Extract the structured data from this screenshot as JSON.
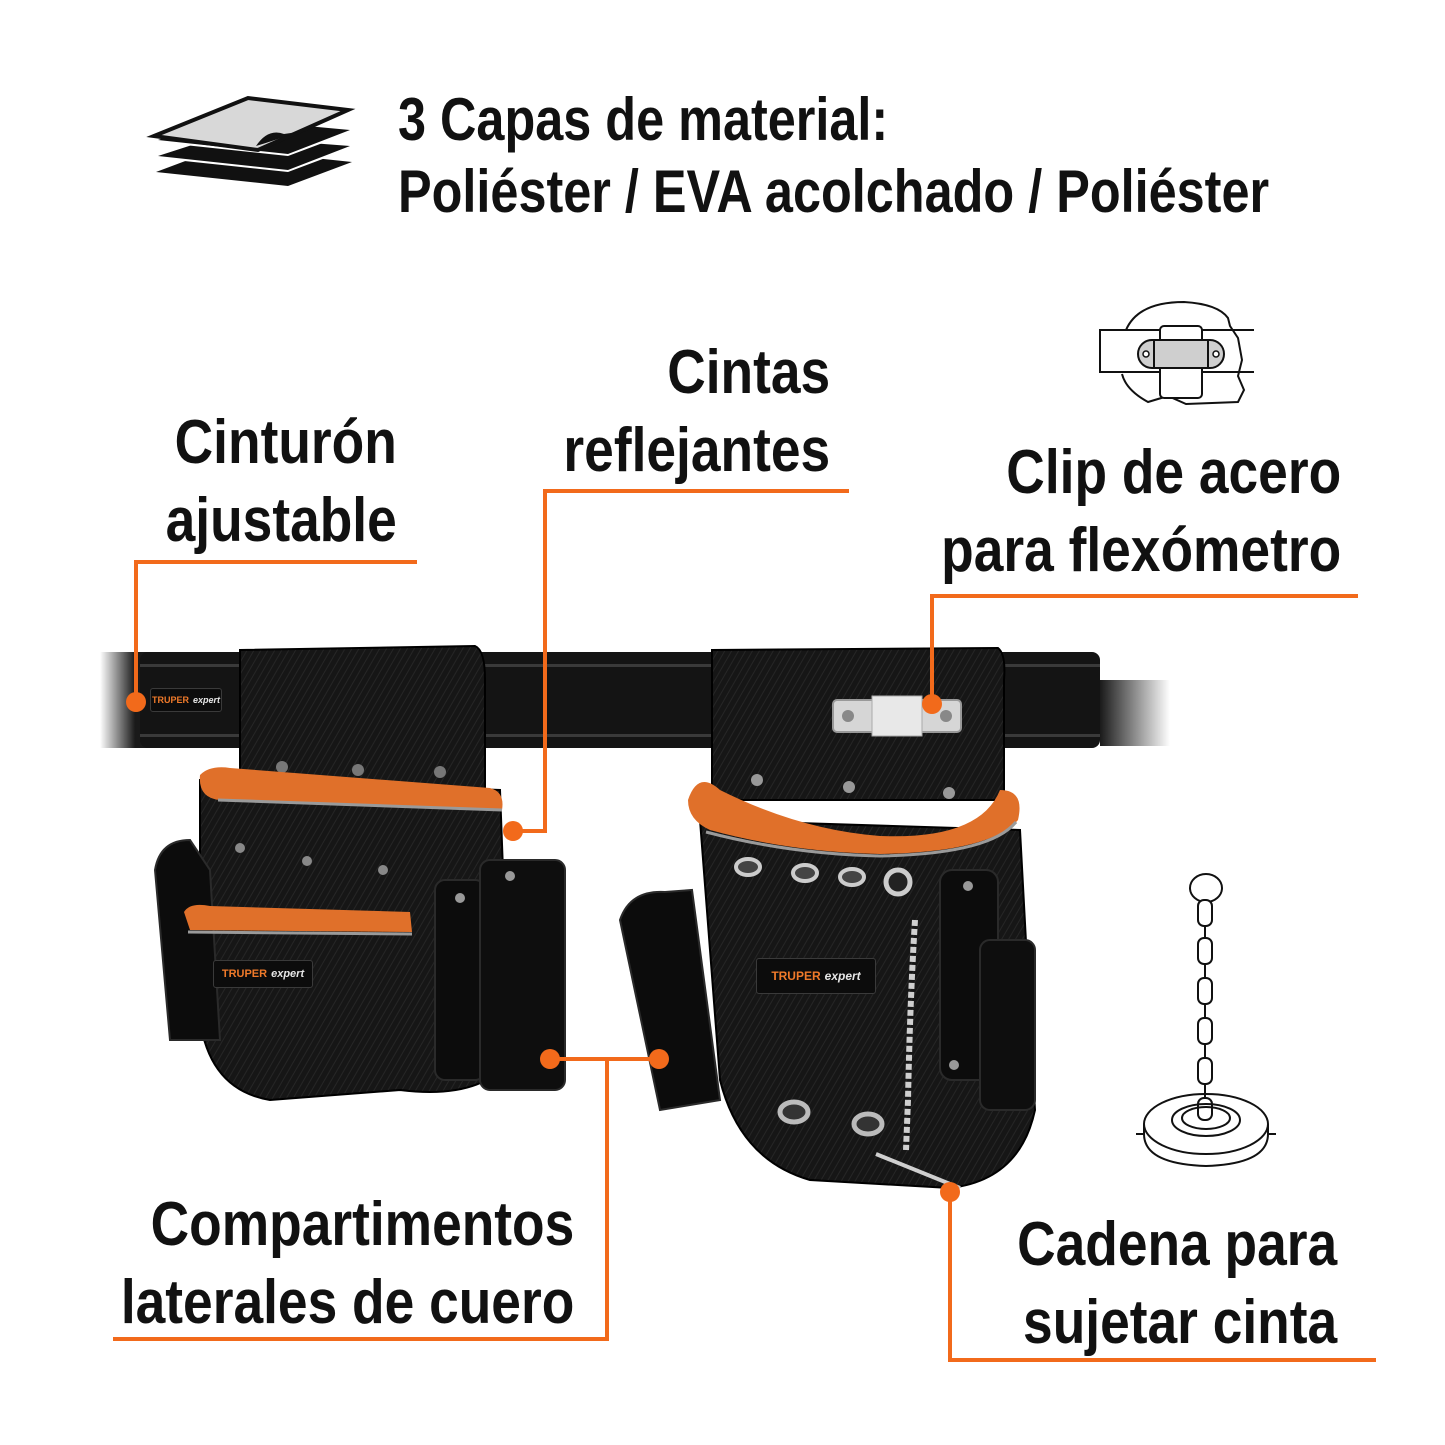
{
  "header": {
    "icon": "material-layers-icon",
    "title_lines": [
      "3 Capas de material:",
      "Poliéster / EVA acolchado / Poliéster"
    ]
  },
  "callouts": [
    {
      "id": "belt",
      "lines": [
        "Cinturón",
        "ajustable"
      ]
    },
    {
      "id": "reflective",
      "lines": [
        "Cintas",
        "reflejantes"
      ]
    },
    {
      "id": "clip",
      "lines": [
        "Clip de acero",
        "para flexómetro"
      ],
      "icon": "tape-measure-clip-icon"
    },
    {
      "id": "compartments",
      "lines": [
        "Compartimentos",
        "laterales de cuero"
      ]
    },
    {
      "id": "chain",
      "lines": [
        "Cadena para",
        "sujetar cinta"
      ],
      "icon": "chain-tape-holder-icon"
    }
  ],
  "product": {
    "brand_primary": "TRUPER",
    "brand_secondary": "expert"
  },
  "colors": {
    "accent": "#f26a1b",
    "text": "#111111",
    "product_black": "#111111",
    "trim_orange": "#e0702a",
    "background": "#ffffff"
  }
}
